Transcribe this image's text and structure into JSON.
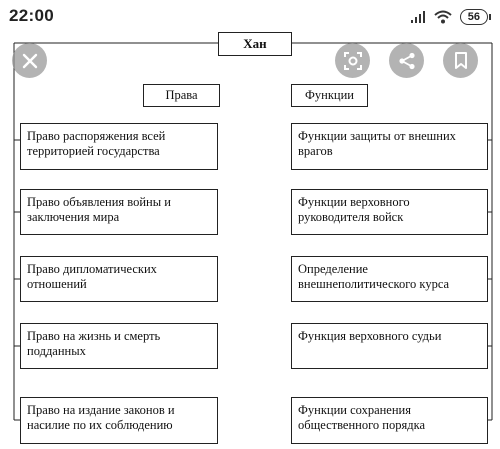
{
  "status_bar": {
    "time": "22:00",
    "battery": "56"
  },
  "diagram": {
    "title": "Хан",
    "left_header": "Права",
    "right_header": "Функции",
    "left_items": [
      "Право распоряжения всей территорией государства",
      "Право объявления войны и заключения мира",
      "Право дипломатических отношений",
      "Право на жизнь и смерть подданных",
      "Право на издание законов и насилие по их соблюдению"
    ],
    "right_items": [
      "Функции защиты от внешних врагов",
      "Функции верховного руководителя войск",
      "Определение внешнеполитического курса",
      "Функция верховного судьи",
      "Функции сохранения общественного порядка"
    ]
  },
  "overlay_buttons": [
    "close-icon",
    "lens-search-icon",
    "share-icon",
    "bookmark-icon"
  ]
}
